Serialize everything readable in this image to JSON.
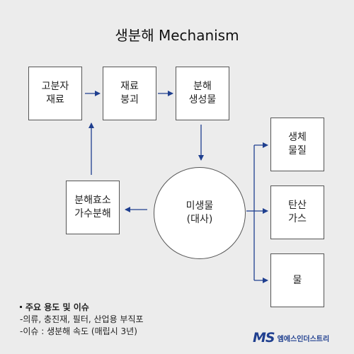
{
  "title": "생분해 Mechanism",
  "boxes": {
    "polymer": "고분자\n재료",
    "collapse": "재료\n붕괴",
    "product": "분해\n생성물",
    "enzyme": "분해효소\n가수분해",
    "biomass": "생체\n물질",
    "co2": "탄산\n가스",
    "water": "물"
  },
  "microbe": "미생물\n(대사)",
  "notes": {
    "heading": "주요 용도 및 이슈",
    "line1": "-의류, 충진재, 필터, 산업용 부직포",
    "line2": "-이슈 : 생분해 속도 (매립시 3년)"
  },
  "logo": {
    "mark": "MS",
    "text": "엠에스인더스트리"
  },
  "colors": {
    "background": "#ececec",
    "box_border": "#555555",
    "arrow": "#1f3f8f",
    "logo": "#1f3f8f"
  }
}
